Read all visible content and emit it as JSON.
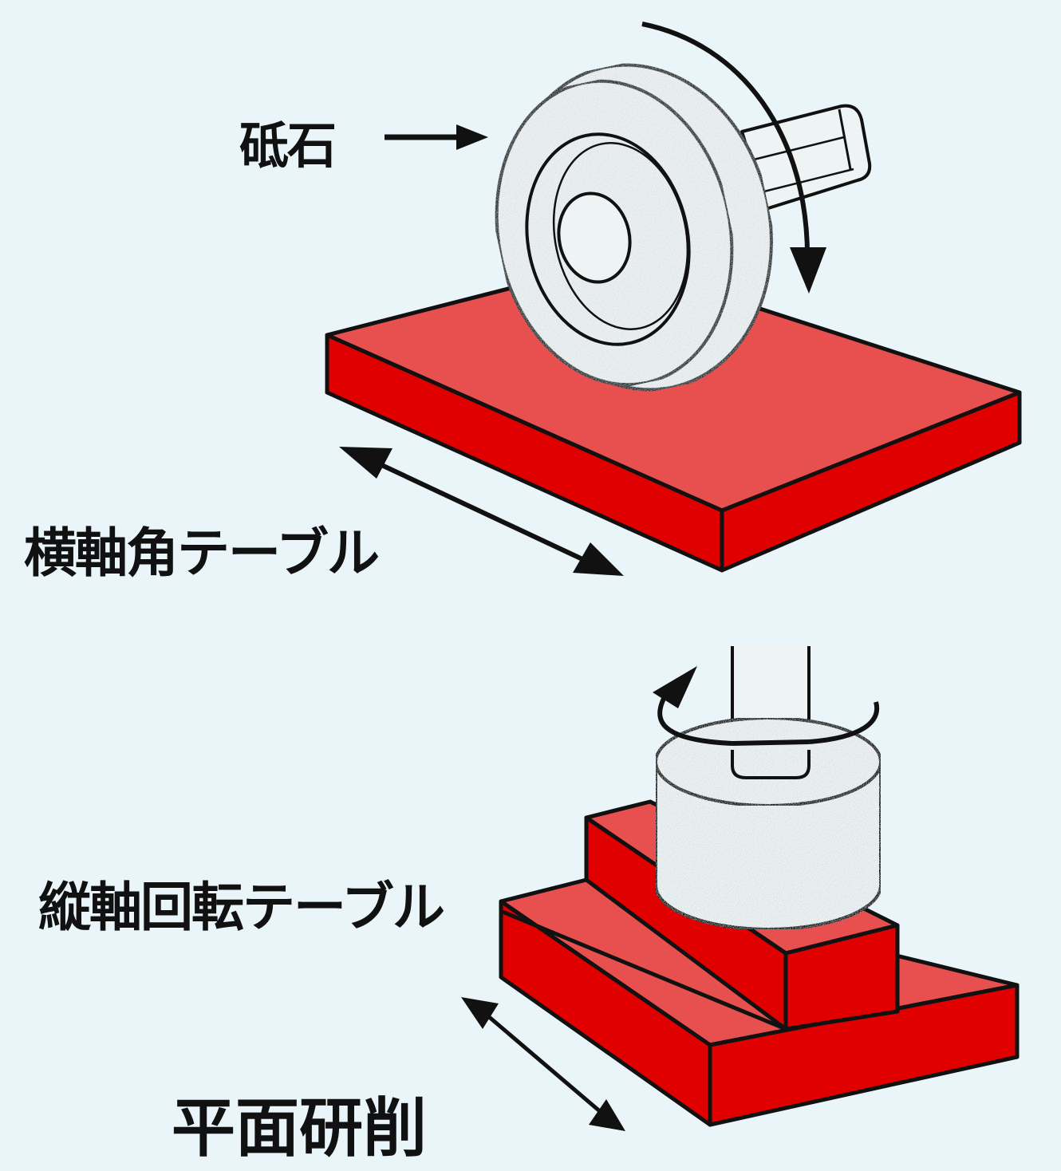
{
  "labels": {
    "grinding_stone": "砥石",
    "horizontal_table": "横軸角テーブル",
    "vertical_table": "縦軸回転テーブル",
    "title": "平面研削"
  },
  "colors": {
    "background": "#e9f5f9",
    "table_top": "#e85050",
    "table_side": "#e00000",
    "stone": "#eef3f4",
    "outline": "#111111"
  }
}
